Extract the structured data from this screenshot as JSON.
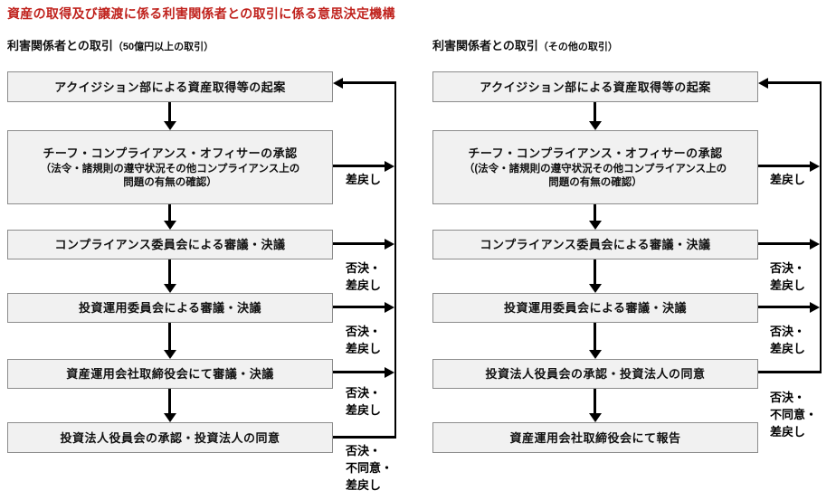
{
  "title": "資産の取得及び譲渡に係る利害関係者との取引に係る意思決定機構",
  "colors": {
    "title_red": "#c0231e",
    "box_fill": "#f1f1f1",
    "box_border": "#8c8c8c",
    "connector": "#000000"
  },
  "charts": [
    {
      "subtitle": "利害関係者との取引",
      "subtitle_note": "（50億円以上の取引）",
      "boxes": [
        {
          "label": "アクイジション部による資産取得等の起案"
        },
        {
          "label": "チーフ・コンプライアンス・オフィサーの承認",
          "sublabel": "（法令・諸規則の遵守状況その他コンプライアンス上の\n問題の有無の確認）"
        },
        {
          "label": "コンプライアンス委員会による審議・決議"
        },
        {
          "label": "投資運用委員会による審議・決議"
        },
        {
          "label": "資産運用会社取締役会にて審議・決議"
        },
        {
          "label": "投資法人役員会の承認・投資法人の同意"
        }
      ],
      "feedbacks": [
        {
          "label": "差戻し"
        },
        {
          "label": "否決・\n差戻し"
        },
        {
          "label": "否決・\n差戻し"
        },
        {
          "label": "否決・\n差戻し"
        },
        {
          "label": "否決・\n不同意・\n差戻し"
        }
      ]
    },
    {
      "subtitle": "利害関係者との取引",
      "subtitle_note": "（その他の取引）",
      "boxes": [
        {
          "label": "アクイジション部による資産取得等の起案"
        },
        {
          "label": "チーフ・コンプライアンス・オフィサーの承認",
          "sublabel": "（(法令・諸規則の遵守状況その他コンプライアンス上の\n問題の有無の確認）"
        },
        {
          "label": "コンプライアンス委員会による審議・決議"
        },
        {
          "label": "投資運用委員会による審議・決議"
        },
        {
          "label": "投資法人役員会の承認・投資法人の同意"
        },
        {
          "label": "資産運用会社取締役会にて報告"
        }
      ],
      "feedbacks": [
        {
          "label": "差戻し"
        },
        {
          "label": "否決・\n差戻し"
        },
        {
          "label": "否決・\n差戻し"
        },
        {
          "label": "否決・\n不同意・\n差戻し"
        }
      ]
    }
  ]
}
